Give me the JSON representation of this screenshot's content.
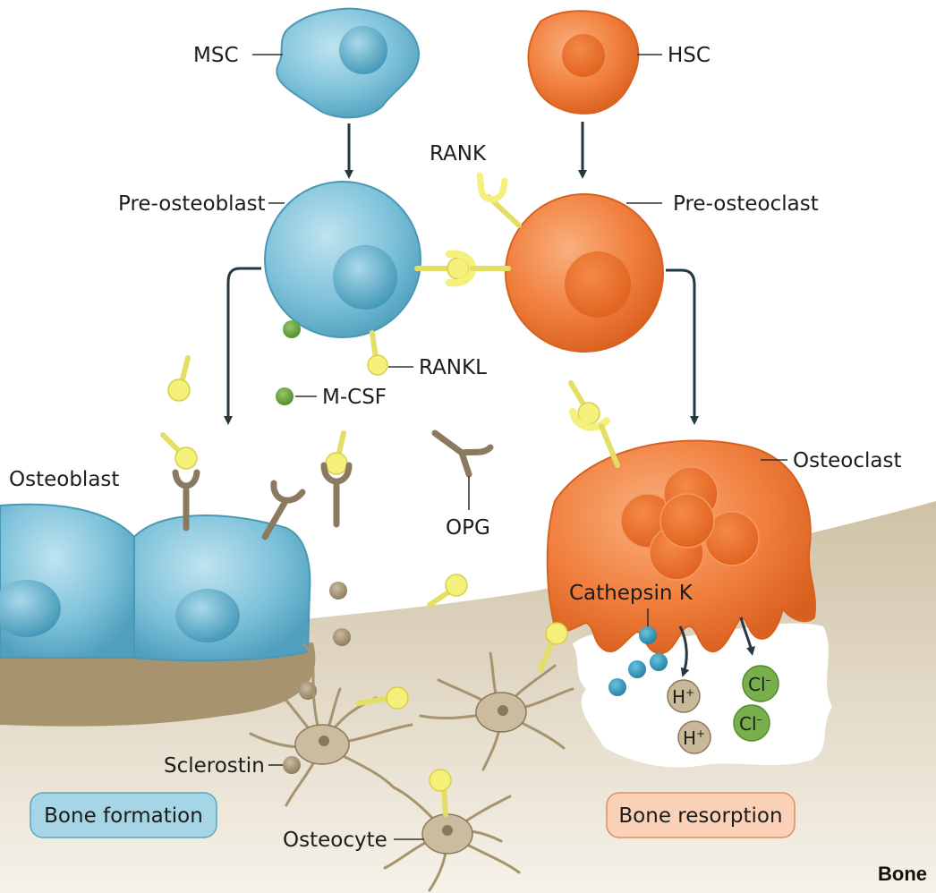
{
  "cells": {
    "msc": "MSC",
    "hsc": "HSC",
    "pre_osteoblast": "Pre-osteoblast",
    "pre_osteoclast": "Pre-osteoclast",
    "osteoblast": "Osteoblast",
    "osteoclast": "Osteoclast",
    "osteocyte": "Osteocyte"
  },
  "molecules": {
    "rank": "RANK",
    "rankl": "RANKL",
    "mcsf": "M-CSF",
    "opg": "OPG",
    "cathepsin_k": "Cathepsin K",
    "sclerostin": "Sclerostin"
  },
  "ions": {
    "hydrogen": "H",
    "hydrogen_charge": "+",
    "chloride": "Cl",
    "chloride_charge": "–"
  },
  "processes": {
    "formation": "Bone formation",
    "resorption": "Bone resorption"
  },
  "corner_label": "Bone",
  "colors": {
    "osteoblast_lineage": "#7ec2da",
    "osteoclast_lineage": "#f07e3c",
    "rankl_ligand": "#f4f07a",
    "opg_receptor": "#8c7a60",
    "bone_matrix": "#a8936f",
    "mcsf": "#5f9a33",
    "chloride_ion": "#77b04b",
    "hydrogen_ion": "#c9b99b",
    "cathepsin": "#2a8fb0"
  }
}
